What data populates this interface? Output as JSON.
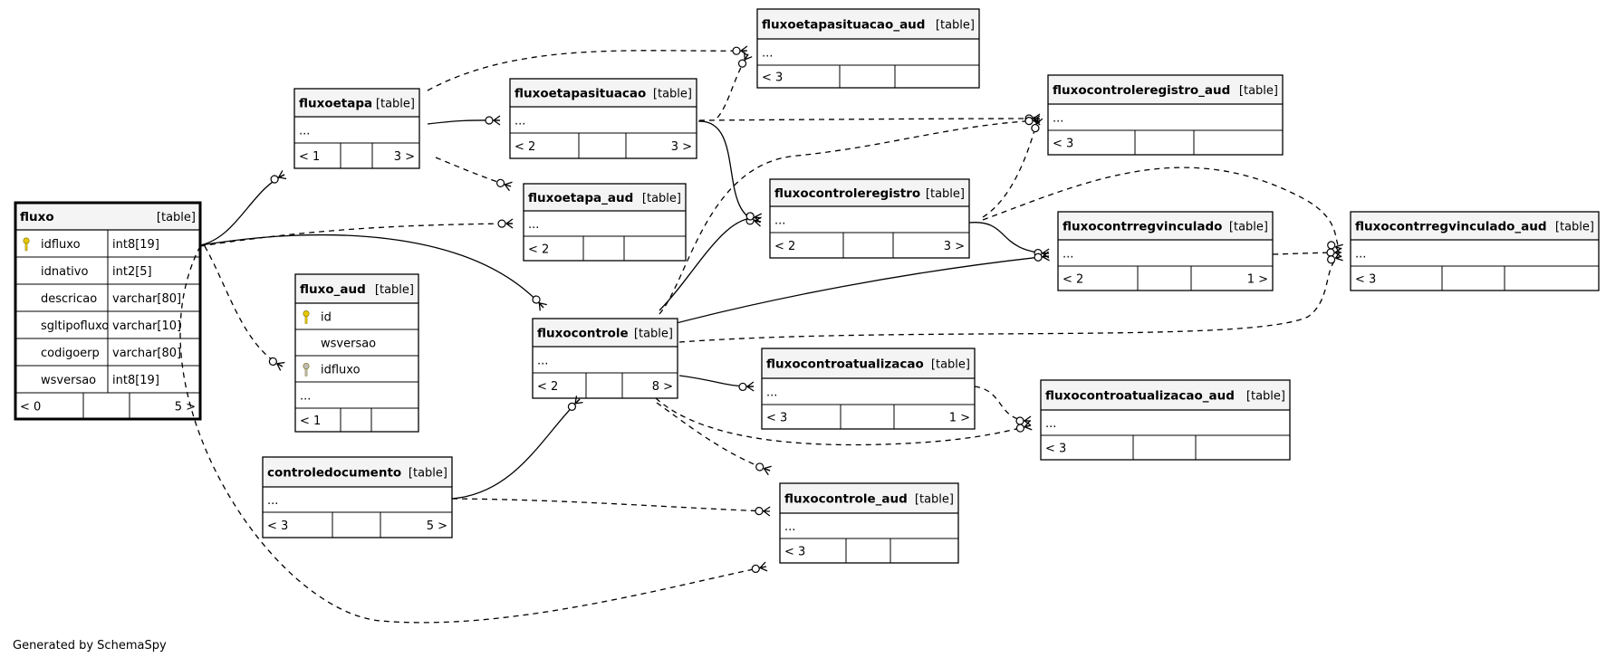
{
  "footer": "Generated by SchemaSpy",
  "table_tag": "[table]",
  "tables": [
    {
      "id": "fluxo",
      "name": "fluxo",
      "columns": [
        {
          "name": "idfluxo",
          "type": "int8[19]",
          "key": "primary-key"
        },
        {
          "name": "idnativo",
          "type": "int2[5]"
        },
        {
          "name": "descricao",
          "type": "varchar[80]"
        },
        {
          "name": "sgltipofluxo",
          "type": "varchar[10]"
        },
        {
          "name": "codigoerp",
          "type": "varchar[80]"
        },
        {
          "name": "wsversao",
          "type": "int8[19]"
        }
      ],
      "footer": {
        "left": "< 0",
        "right": "5 >"
      }
    },
    {
      "id": "fluxoetapa",
      "name": "fluxoetapa",
      "columns": [
        {
          "name": "..."
        }
      ],
      "footer": {
        "left": "< 1",
        "right": "3 >"
      }
    },
    {
      "id": "fluxoetapasituacao",
      "name": "fluxoetapasituacao",
      "columns": [
        {
          "name": "..."
        }
      ],
      "footer": {
        "left": "< 2",
        "right": "3 >"
      }
    },
    {
      "id": "fluxoetapasituacao_aud",
      "name": "fluxoetapasituacao_aud",
      "columns": [
        {
          "name": "..."
        }
      ],
      "footer": {
        "left": "< 3",
        "right": ""
      }
    },
    {
      "id": "fluxoetapa_aud",
      "name": "fluxoetapa_aud",
      "columns": [
        {
          "name": "..."
        }
      ],
      "footer": {
        "left": "< 2",
        "right": ""
      }
    },
    {
      "id": "fluxo_aud",
      "name": "fluxo_aud",
      "columns": [
        {
          "name": "id",
          "key": "primary-key"
        },
        {
          "name": "wsversao"
        },
        {
          "name": "idfluxo",
          "key": "foreign-key"
        },
        {
          "name": "..."
        }
      ],
      "footer": {
        "left": "< 1",
        "right": ""
      }
    },
    {
      "id": "fluxocontrole",
      "name": "fluxocontrole",
      "columns": [
        {
          "name": "..."
        }
      ],
      "footer": {
        "left": "< 2",
        "right": "8 >"
      }
    },
    {
      "id": "controledocumento",
      "name": "controledocumento",
      "columns": [
        {
          "name": "..."
        }
      ],
      "footer": {
        "left": "< 3",
        "right": "5 >"
      }
    },
    {
      "id": "fluxocontroleregistro",
      "name": "fluxocontroleregistro",
      "columns": [
        {
          "name": "..."
        }
      ],
      "footer": {
        "left": "< 2",
        "right": "3 >"
      }
    },
    {
      "id": "fluxocontroleregistro_aud",
      "name": "fluxocontroleregistro_aud",
      "columns": [
        {
          "name": "..."
        }
      ],
      "footer": {
        "left": "< 3",
        "right": ""
      }
    },
    {
      "id": "fluxocontrregvinculado",
      "name": "fluxocontrregvinculado",
      "columns": [
        {
          "name": "..."
        }
      ],
      "footer": {
        "left": "< 2",
        "right": "1 >"
      }
    },
    {
      "id": "fluxocontrregvinculado_aud",
      "name": "fluxocontrregvinculado_aud",
      "columns": [
        {
          "name": "..."
        }
      ],
      "footer": {
        "left": "< 3",
        "right": ""
      }
    },
    {
      "id": "fluxocontroatualizacao",
      "name": "fluxocontroatualizacao",
      "columns": [
        {
          "name": "..."
        }
      ],
      "footer": {
        "left": "< 3",
        "right": "1 >"
      }
    },
    {
      "id": "fluxocontroatualizacao_aud",
      "name": "fluxocontroatualizacao_aud",
      "columns": [
        {
          "name": "..."
        }
      ],
      "footer": {
        "left": "< 3",
        "right": ""
      }
    },
    {
      "id": "fluxocontrole_aud",
      "name": "fluxocontrole_aud",
      "columns": [
        {
          "name": "..."
        }
      ],
      "footer": {
        "left": "< 3",
        "right": ""
      }
    }
  ],
  "relationships": [
    {
      "from": "fluxoetapa",
      "to": "fluxo",
      "style": "solid"
    },
    {
      "from": "fluxoetapasituacao",
      "to": "fluxoetapa",
      "style": "solid"
    },
    {
      "from": "fluxoetapasituacao_aud",
      "to": "fluxoetapa",
      "style": "dashed"
    },
    {
      "from": "fluxoetapasituacao_aud",
      "to": "fluxoetapasituacao",
      "style": "dashed"
    },
    {
      "from": "fluxoetapa_aud",
      "to": "fluxoetapa",
      "style": "dashed"
    },
    {
      "from": "fluxoetapa_aud",
      "to": "fluxo",
      "style": "dashed"
    },
    {
      "from": "fluxo_aud",
      "to": "fluxo",
      "style": "dashed"
    },
    {
      "from": "fluxocontrole",
      "to": "fluxo",
      "style": "solid"
    },
    {
      "from": "fluxocontrole_aud",
      "to": "fluxo",
      "style": "dashed"
    },
    {
      "from": "fluxocontroleregistro",
      "to": "fluxoetapasituacao",
      "style": "solid"
    },
    {
      "from": "fluxocontroleregistro",
      "to": "fluxocontrole",
      "style": "solid"
    },
    {
      "from": "fluxocontroleregistro_aud",
      "to": "fluxoetapasituacao",
      "style": "dashed"
    },
    {
      "from": "fluxocontroleregistro_aud",
      "to": "fluxocontrole",
      "style": "dashed"
    },
    {
      "from": "fluxocontroleregistro_aud",
      "to": "fluxocontroleregistro",
      "style": "dashed"
    },
    {
      "from": "fluxocontrregvinculado",
      "to": "fluxocontroleregistro",
      "style": "solid"
    },
    {
      "from": "fluxocontrregvinculado",
      "to": "fluxocontrole",
      "style": "solid"
    },
    {
      "from": "fluxocontrregvinculado_aud",
      "to": "fluxocontroleregistro",
      "style": "dashed"
    },
    {
      "from": "fluxocontrregvinculado_aud",
      "to": "fluxocontrregvinculado",
      "style": "dashed"
    },
    {
      "from": "fluxocontrregvinculado_aud",
      "to": "fluxocontrole",
      "style": "dashed"
    },
    {
      "from": "fluxocontroatualizacao",
      "to": "fluxocontrole",
      "style": "solid"
    },
    {
      "from": "fluxocontroatualizacao_aud",
      "to": "fluxocontroatualizacao",
      "style": "dashed"
    },
    {
      "from": "fluxocontroatualizacao_aud",
      "to": "fluxocontrole",
      "style": "dashed"
    },
    {
      "from": "fluxocontrole",
      "to": "controledocumento",
      "style": "solid"
    },
    {
      "from": "fluxocontrole_aud",
      "to": "fluxocontrole",
      "style": "dashed"
    },
    {
      "from": "fluxocontrole_aud",
      "to": "controledocumento",
      "style": "dashed"
    }
  ]
}
